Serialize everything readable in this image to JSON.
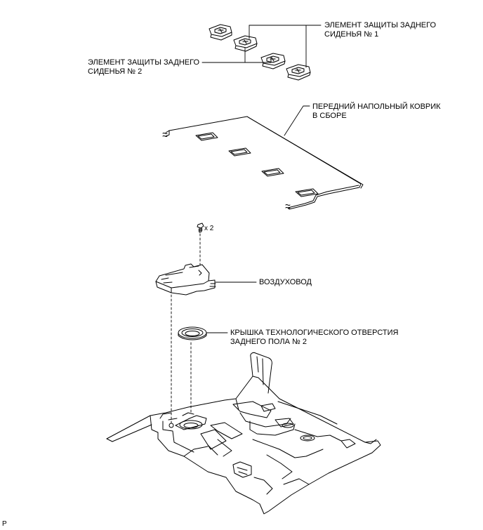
{
  "labels": {
    "seat_protector_1": [
      "ЭЛЕМЕНТ ЗАЩИТЫ ЗАДНЕГО",
      "СИДЕНЬЯ № 1"
    ],
    "seat_protector_2": [
      "ЭЛЕМЕНТ ЗАЩИТЫ ЗАДНЕГО",
      "СИДЕНЬЯ № 2"
    ],
    "front_floor_mat": [
      "ПЕРЕДНИЙ НАПОЛЬНЫЙ КОВРИК",
      "В СБОРЕ"
    ],
    "air_duct": "ВОЗДУХОВОД",
    "service_hole_cover": [
      "КРЫШКА ТЕХНОЛОГИЧЕСКОГО ОТВЕРСТИЯ",
      "ЗАДНЕГО ПОЛА № 2"
    ]
  },
  "fastener_count": "x 2",
  "corner_code": "P"
}
